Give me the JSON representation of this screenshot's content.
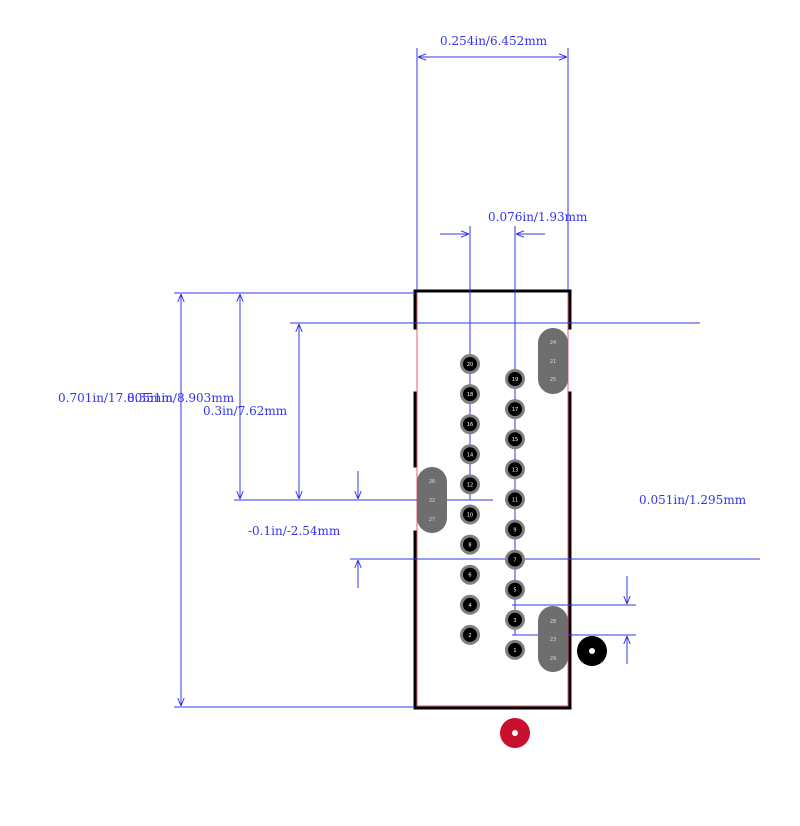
{
  "dimensions": {
    "top_width": "0.254in/6.452mm",
    "pitch": "0.076in/1.93mm",
    "total_height": "0.701in/17.805mm",
    "overlap": "0.351in/8.903mm",
    "row_span": "0.3in/7.62mm",
    "offset": "-0.1in/-2.54mm",
    "pad_offset": "0.051in/1.295mm"
  },
  "pins_left": [
    "20",
    "18",
    "16",
    "14",
    "12",
    "10",
    "8",
    "6",
    "4",
    "2"
  ],
  "pins_right": [
    "19",
    "17",
    "15",
    "13",
    "11",
    "9",
    "7",
    "5",
    "3",
    "1"
  ],
  "mount_top_right": [
    "24",
    "21",
    "25"
  ],
  "mount_left": [
    "26",
    "22",
    "27"
  ],
  "mount_bottom_right": [
    "28",
    "23",
    "29"
  ],
  "colors": {
    "dimension": "#3333ee",
    "outline": "#000000",
    "courtyard": "#e06070",
    "pin_ring": "#808080",
    "slot": "#6e6e6e",
    "origin_marker": "#c8102e"
  }
}
